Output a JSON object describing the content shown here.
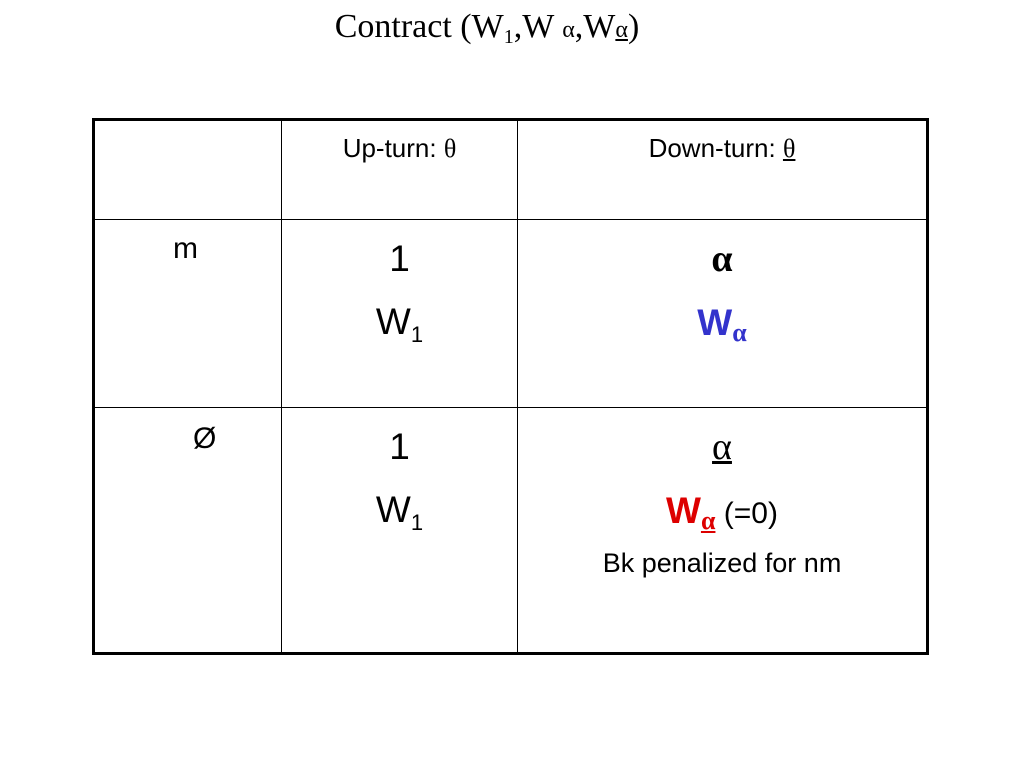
{
  "title": {
    "prefix": "Contract (W",
    "sub1": "1",
    "mid1": ",W ",
    "alpha1": "α",
    "mid2": ",W",
    "alpha2": "α",
    "suffix": ")"
  },
  "header": {
    "col0": "",
    "up_turn_label": "Up-turn: ",
    "up_turn_symbol": "θ",
    "down_turn_label": "Down-turn: ",
    "down_turn_symbol": "θ"
  },
  "rows": [
    {
      "label": "m",
      "up": {
        "value": "1",
        "wage": "W",
        "wage_sub": "1"
      },
      "down": {
        "value": "α",
        "wage": "W",
        "wage_sub": "α"
      }
    },
    {
      "label": "Ø",
      "up": {
        "value": "1",
        "wage": "W",
        "wage_sub": "1"
      },
      "down": {
        "value": "α",
        "wage": "W",
        "wage_sub": "α",
        "extra": " (=0)",
        "note": "Bk penalized for nm"
      }
    }
  ],
  "colors": {
    "blue": "#3333cc",
    "red": "#dd0000",
    "text": "#000000",
    "border": "#000000",
    "background": "#ffffff"
  }
}
